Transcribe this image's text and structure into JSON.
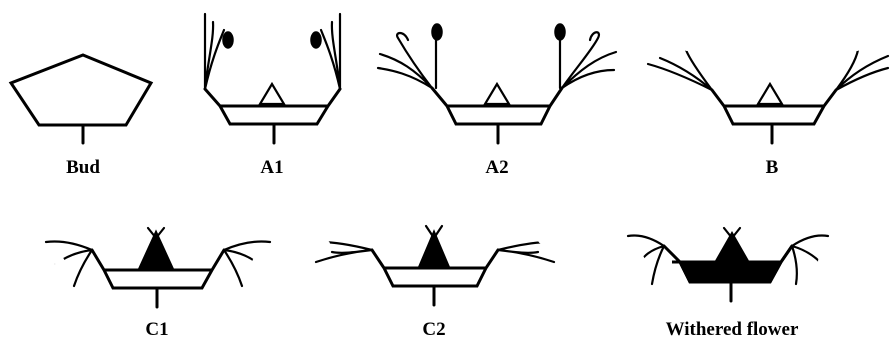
{
  "stages": [
    {
      "id": "bud",
      "label": "Bud"
    },
    {
      "id": "a1",
      "label": "A1"
    },
    {
      "id": "a2",
      "label": "A2"
    },
    {
      "id": "b",
      "label": "B"
    },
    {
      "id": "c1",
      "label": "C1"
    },
    {
      "id": "c2",
      "label": "C2"
    },
    {
      "id": "withered",
      "label": "Withered flower"
    }
  ]
}
